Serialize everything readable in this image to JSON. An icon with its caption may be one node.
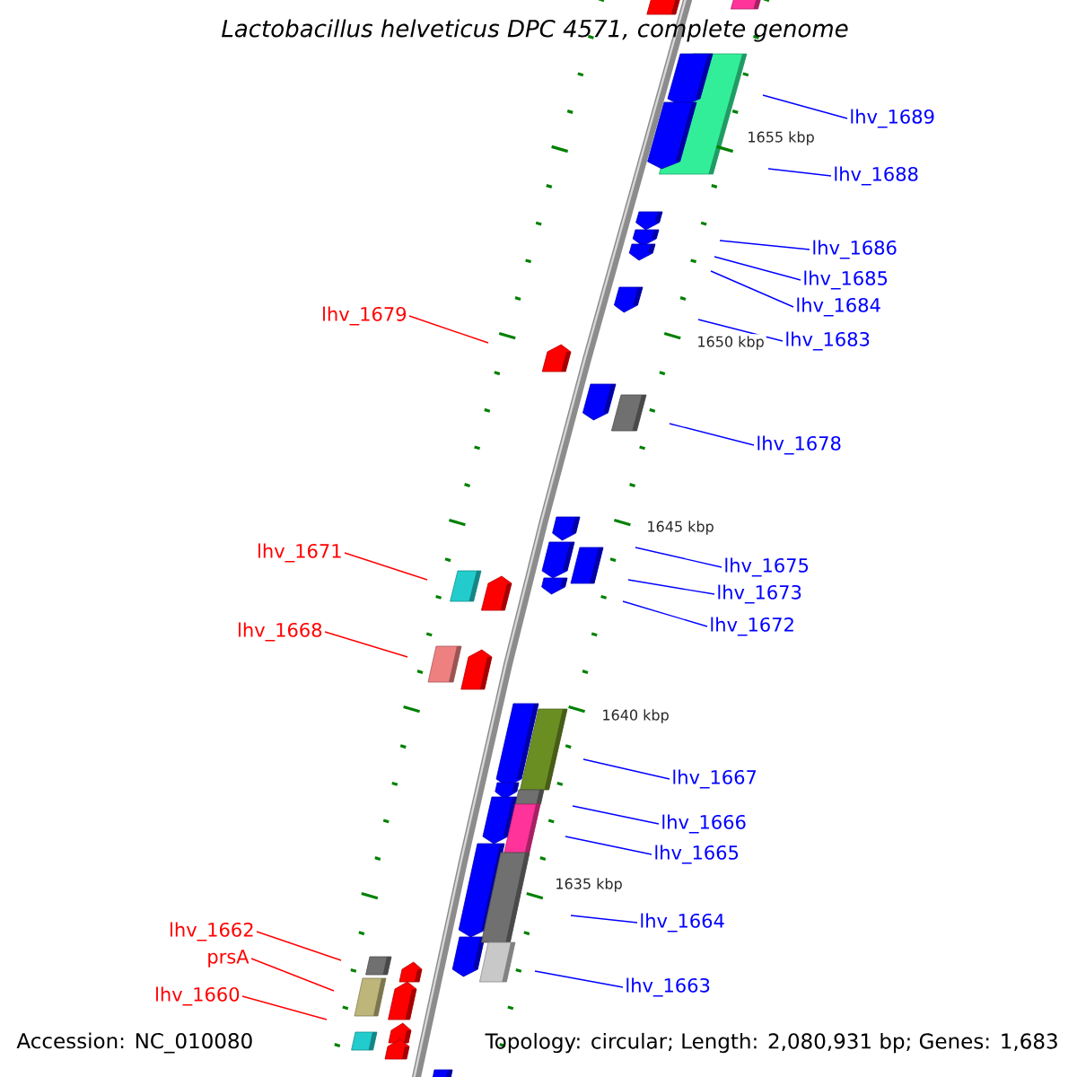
{
  "diagram": {
    "title": "Lactobacillus helveticus DPC 4571, complete genome",
    "nodes": [
      {
        "text": [
          "lhv_1689"
        ]
      },
      {
        "text": [
          "lhv_1688"
        ]
      },
      {
        "text": [
          "lhv_1686"
        ]
      },
      {
        "text": [
          "lhv_1685"
        ]
      },
      {
        "text": [
          "lhv_1684"
        ]
      },
      {
        "text": [
          "lhv_1683"
        ]
      },
      {
        "text": [
          "lhv_1679"
        ]
      },
      {
        "text": [
          "lhv_1678"
        ]
      },
      {
        "text": [
          "lhv_1671"
        ]
      },
      {
        "text": [
          "lhv_1675"
        ]
      },
      {
        "text": [
          "lhv_1673"
        ]
      },
      {
        "text": [
          "lhv_1672"
        ]
      },
      {
        "text": [
          "lhv_1668"
        ]
      },
      {
        "text": [
          "lhv_1667"
        ]
      },
      {
        "text": [
          "lhv_1666"
        ]
      },
      {
        "text": [
          "lhv_1665"
        ]
      },
      {
        "text": [
          "lhv_1664"
        ]
      },
      {
        "text": [
          "lhv_1662"
        ]
      },
      {
        "text": [
          "lhv_1663"
        ]
      },
      {
        "text": [
          "prsA"
        ]
      },
      {
        "text": [
          "lhv_1660"
        ]
      }
    ],
    "edges": [
      {
        "from": 0,
        "to": null,
        "arrow": "none"
      },
      {
        "from": 1,
        "to": null,
        "arrow": "none"
      },
      {
        "from": 2,
        "to": null,
        "arrow": "none"
      },
      {
        "from": 3,
        "to": null,
        "arrow": "none"
      },
      {
        "from": 4,
        "to": null,
        "arrow": "none"
      },
      {
        "from": 5,
        "to": null,
        "arrow": "none"
      },
      {
        "from": 6,
        "to": null,
        "arrow": "none",
        "color": "#ff0000"
      },
      {
        "from": 7,
        "to": null,
        "arrow": "none"
      },
      {
        "from": 8,
        "to": null,
        "arrow": "none",
        "color": "#ff0000"
      },
      {
        "from": 9,
        "to": null,
        "arrow": "none"
      },
      {
        "from": 10,
        "to": null,
        "arrow": "none"
      },
      {
        "from": 11,
        "to": null,
        "arrow": "none"
      },
      {
        "from": 12,
        "to": null,
        "arrow": "none",
        "color": "#ff0000"
      },
      {
        "from": 13,
        "to": null,
        "arrow": "none"
      },
      {
        "from": 14,
        "to": null,
        "arrow": "none"
      },
      {
        "from": 15,
        "to": null,
        "arrow": "none"
      },
      {
        "from": 16,
        "to": null,
        "arrow": "none"
      },
      {
        "from": 17,
        "to": null,
        "arrow": "none",
        "color": "#ff0000"
      },
      {
        "from": 18,
        "to": null,
        "arrow": "none"
      },
      {
        "from": 19,
        "to": null,
        "arrow": "none",
        "color": "#ff0000"
      },
      {
        "from": 20,
        "to": null,
        "arrow": "none",
        "color": "#ff0000"
      }
    ],
    "labels": [
      "1655 kbp",
      "1650 kbp",
      "1645 kbp",
      "1640 kbp",
      "1635 kbp",
      "Accession: NC_010080",
      "Topology: circular; Length: 2,080,931 bp; Genes: 1,683"
    ]
  }
}
